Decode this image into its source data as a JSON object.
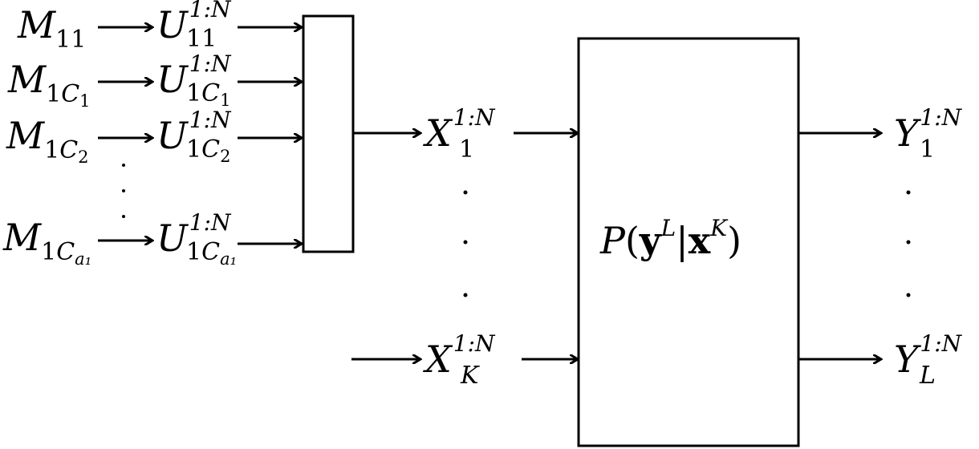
{
  "message_labels": [
    {
      "base": "M",
      "sub": "11",
      "sub_letter": "",
      "sub_sub": ""
    },
    {
      "base": "M",
      "sub": "1",
      "sub_letter": "C",
      "sub_sub": "1"
    },
    {
      "base": "M",
      "sub": "1",
      "sub_letter": "C",
      "sub_sub": "2"
    },
    {
      "base": "M",
      "sub": "1",
      "sub_letter": "C",
      "sub_sub": "a₁"
    }
  ],
  "encoded_labels": [
    {
      "base": "U",
      "sub": "11",
      "sub_letter": "",
      "sub_sub": "",
      "sup": "1:N"
    },
    {
      "base": "U",
      "sub": "1",
      "sub_letter": "C",
      "sub_sub": "1",
      "sup": "1:N"
    },
    {
      "base": "U",
      "sub": "1",
      "sub_letter": "C",
      "sub_sub": "2",
      "sup": "1:N"
    },
    {
      "base": "U",
      "sub": "1",
      "sub_letter": "C",
      "sub_sub": "a₁",
      "sup": "1:N"
    }
  ],
  "inputs": [
    {
      "base": "X",
      "sub": "1",
      "sup": "1:N"
    },
    {
      "base": "X",
      "sub": "K",
      "sup": "1:N"
    }
  ],
  "outputs": [
    {
      "base": "Y",
      "sub": "1",
      "sup": "1:N"
    },
    {
      "base": "Y",
      "sub": "L",
      "sup": "1:N"
    }
  ],
  "channel": {
    "func": "P",
    "open": "(",
    "y": "y",
    "y_sup": "L",
    "bar": "|",
    "x": "x",
    "x_sup": "K",
    "close": ")"
  }
}
